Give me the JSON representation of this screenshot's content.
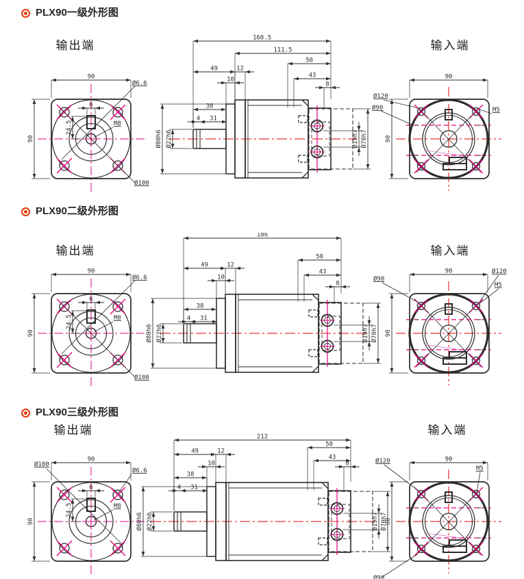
{
  "colors": {
    "accent_red": "#e8380b",
    "line": "#2b2b2b",
    "magenta": "#e6007e",
    "centerline_red": "#e60000"
  },
  "sections": [
    {
      "header": "PLX90一级外形图",
      "output_title": "输出端",
      "input_title": "输入端",
      "output_view": {
        "width": "90",
        "height": "90",
        "key_width": "6",
        "key_offset": "24.5",
        "tap": "M8",
        "corner_hole": "Ø6.6",
        "bolt_circle": "Ø100"
      },
      "side_view": {
        "overall": "160.5",
        "sub_overall": "111.5",
        "front_len": "49",
        "flange_thk": "12",
        "pilot_len": "10",
        "rear_len": "50",
        "rear_sub": "43",
        "step": "8",
        "shaft_len": "38",
        "collar": "4",
        "shaft_sub": "31",
        "shaft_dia": "Ø22h6",
        "pilot_dia": "Ø80h6",
        "input_bore": "Ø19h7",
        "motor_pilot": "Ø70h7"
      },
      "input_view": {
        "width": "90",
        "height": "90",
        "bolt_circle": "Ø120",
        "pilot": "Ø90",
        "screw": "M5"
      }
    },
    {
      "header": "PLX90二级外形图",
      "output_title": "输出端",
      "input_title": "输入端",
      "output_view": {
        "width": "90",
        "height": "90",
        "key_width": "6",
        "key_offset": "24.5",
        "tap": "M8",
        "corner_hole": "Ø6.6",
        "bolt_circle": "Ø100"
      },
      "side_view": {
        "overall": "186",
        "front_len": "49",
        "flange_thk": "12",
        "pilot_len": "10",
        "rear_len": "50",
        "rear_sub": "43",
        "step": "8",
        "shaft_len": "38",
        "collar": "4",
        "shaft_sub": "31",
        "shaft_dia": "Ø22h6",
        "pilot_dia": "Ø80h6",
        "input_bore": "Ø19h7",
        "motor_pilot": "Ø70h7"
      },
      "input_view": {
        "width": "90",
        "height": "90",
        "bolt_circle": "Ø120",
        "pilot": "Ø90",
        "screw": "M5"
      }
    },
    {
      "header": "PLX90三级外形图",
      "output_title": "输出端",
      "input_title": "输入端",
      "output_view": {
        "width": "90",
        "height": "90",
        "key_width": "6",
        "key_offset": "24.5",
        "tap": "M8",
        "corner_hole": "Ø6.6",
        "bolt_circle": "Ø100"
      },
      "side_view": {
        "overall": "212",
        "front_len": "49",
        "flange_thk": "12",
        "pilot_len": "10",
        "rear_len": "50",
        "rear_sub": "43",
        "step": "8",
        "shaft_len": "38",
        "collar": "4",
        "shaft_sub": "31",
        "shaft_dia": "Ø22h6",
        "pilot_dia": "Ø80h6",
        "input_bore": "Ø19h7",
        "motor_pilot": "Ø70h7"
      },
      "input_view": {
        "width": "90",
        "height": "90",
        "bolt_circle": "Ø120",
        "pilot": "Ø90",
        "screw": "M5"
      }
    }
  ]
}
